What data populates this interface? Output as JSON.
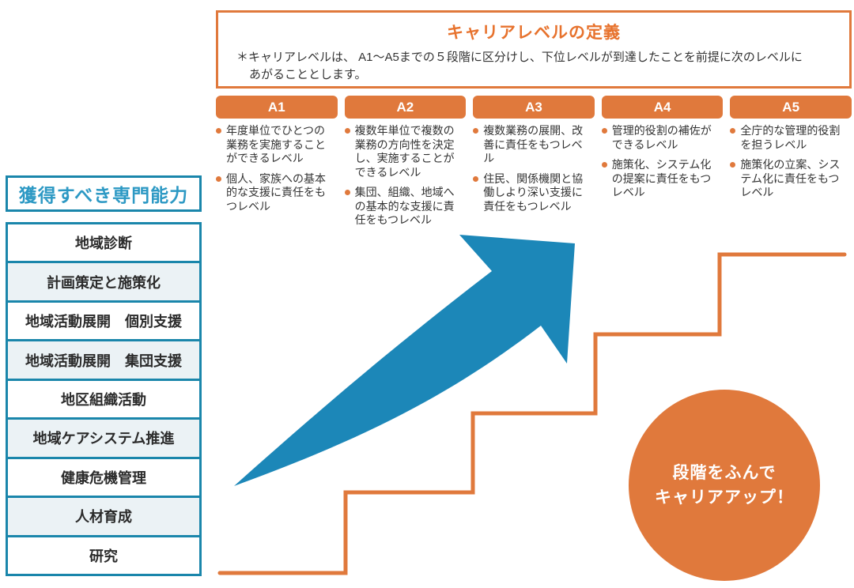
{
  "header": {
    "title": "キャリアレベルの定義",
    "note_line1": "＊キャリアレベルは、 A1～A5までの５段階に区分けし、下位レベルが到達したことを前提に次のレベルに",
    "note_line2": "あがることとします。"
  },
  "levels": [
    {
      "label": "A1",
      "items": [
        "年度単位でひとつの\n業務を実施すること\nができるレベル",
        "個人、家族への基本\n的な支援に責任をも\nつレベル"
      ]
    },
    {
      "label": "A2",
      "items": [
        "複数年単位で複数の\n業務の方向性を決定\nし、実施することが\nできるレベル",
        "集団、組織、地域へ\nの基本的な支援に責\n任をもつレベル"
      ]
    },
    {
      "label": "A3",
      "items": [
        "複数業務の展開、改\n善に責任をもつレベ\nル",
        "住民、関係機関と協\n働しより深い支援に\n責任をもつレベル"
      ]
    },
    {
      "label": "A4",
      "items": [
        "管理的役割の補佐が\nできるレベル",
        "施策化、システム化\nの提案に責任をもつ\nレベル"
      ]
    },
    {
      "label": "A5",
      "items": [
        "全庁的な管理的役割\nを担うレベル",
        "施策化の立案、シス\nテム化に責任をもつ\nレベル"
      ]
    }
  ],
  "sidebar": {
    "title": "獲得すべき専門能力",
    "rows": [
      "地域診断",
      "計画策定と施策化",
      "地域活動展開　個別支援",
      "地域活動展開　集団支援",
      "地区組織活動",
      "地域ケアシステム推進",
      "健康危機管理",
      "人材育成",
      "研究"
    ]
  },
  "badge": {
    "line1": "段階をふんで",
    "line2": "キャリアアップ！"
  },
  "colors": {
    "accent_orange": "#E0793C",
    "title_orange": "#E7722D",
    "arrow_blue": "#1C87B8",
    "border_teal": "#1A86AB",
    "heading_blue": "#2D99C4",
    "row_alt_bg": "#EBF2F5",
    "body_text": "#333333"
  }
}
